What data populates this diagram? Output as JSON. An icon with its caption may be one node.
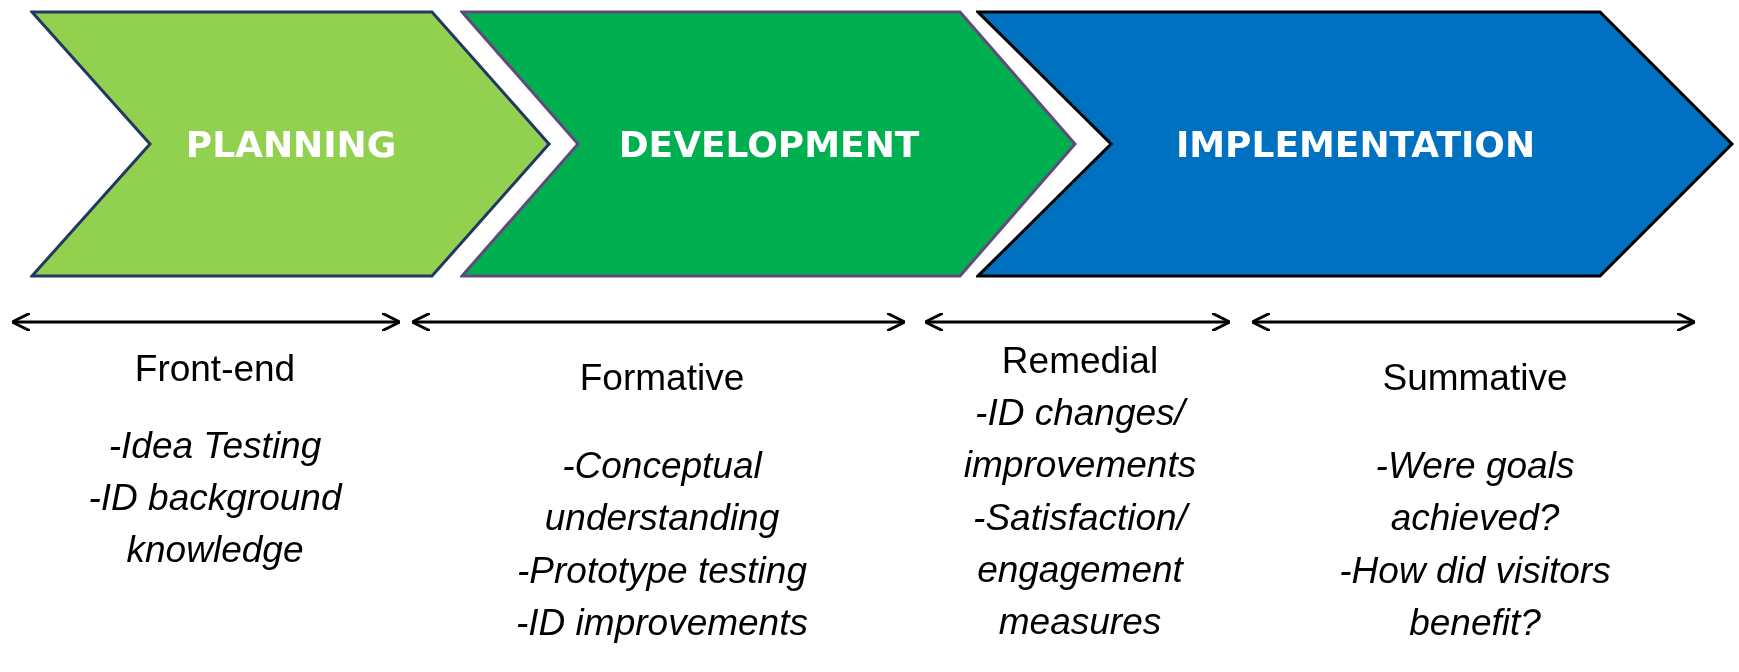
{
  "diagram": {
    "nodes": [
      {
        "text": [
          "PLANNING"
        ]
      },
      {
        "text": [
          "DEVELOPMENT"
        ]
      },
      {
        "text": [
          "IMPLEMENTATION"
        ]
      }
    ],
    "edges": [],
    "labels": [
      "Front-end",
      "-Idea Testing",
      "-ID background knowledge",
      "Formative",
      "-Conceptual understanding",
      "-Prototype testing",
      "-ID improvements",
      "Remedial",
      "-ID changes/ improvements",
      "-Satisfaction/ engagement measures",
      "Summative",
      "-Were goals achieved?",
      "-How did visitors benefit?"
    ]
  }
}
